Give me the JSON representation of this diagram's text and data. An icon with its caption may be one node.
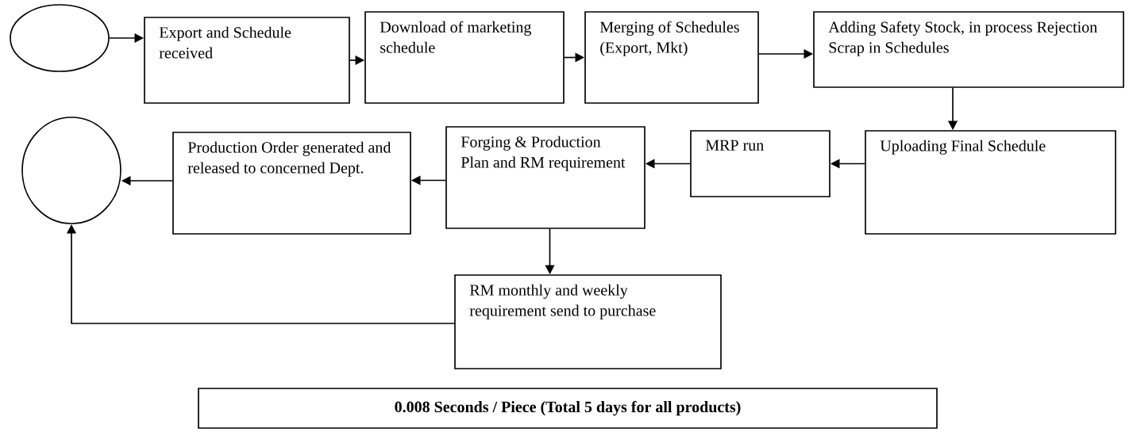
{
  "diagram": {
    "nodes": [
      {
        "text": [],
        "shape": "circle"
      },
      {
        "text": [
          "Export and Schedule received"
        ]
      },
      {
        "text": [
          "Download of marketing schedule"
        ]
      },
      {
        "text": [
          "Merging of Schedules (Export, Mkt)"
        ]
      },
      {
        "text": [
          "Adding Safety Stock, in process Rejection Scrap in Schedules"
        ]
      },
      {
        "text": [
          "Uploading Final Schedule"
        ]
      },
      {
        "text": [
          "MRP run"
        ]
      },
      {
        "text": [
          "Forging & Production Plan and RM requirement"
        ]
      },
      {
        "text": [
          "Production Order generated and released to concerned Dept."
        ]
      },
      {
        "text": [],
        "shape": "circle"
      },
      {
        "text": [
          "RM monthly and weekly requirement send to purchase"
        ]
      },
      {
        "text": [
          "0.008 Seconds / Piece (Total 5 days for all products)"
        ]
      }
    ],
    "edges": [
      {
        "from": 0,
        "to": 1,
        "arrow": "to"
      },
      {
        "from": 1,
        "to": 2,
        "arrow": "to"
      },
      {
        "from": 2,
        "to": 3,
        "arrow": "to"
      },
      {
        "from": 3,
        "to": 4,
        "arrow": "to"
      },
      {
        "from": 4,
        "to": 5,
        "arrow": "to"
      },
      {
        "from": 5,
        "to": 6,
        "arrow": "to"
      },
      {
        "from": 6,
        "to": 7,
        "arrow": "to"
      },
      {
        "from": 7,
        "to": 8,
        "arrow": "to"
      },
      {
        "from": 8,
        "to": 9,
        "arrow": "to"
      },
      {
        "from": 7,
        "to": 10,
        "arrow": "to"
      },
      {
        "from": 10,
        "to": 9,
        "arrow": "to"
      }
    ]
  }
}
